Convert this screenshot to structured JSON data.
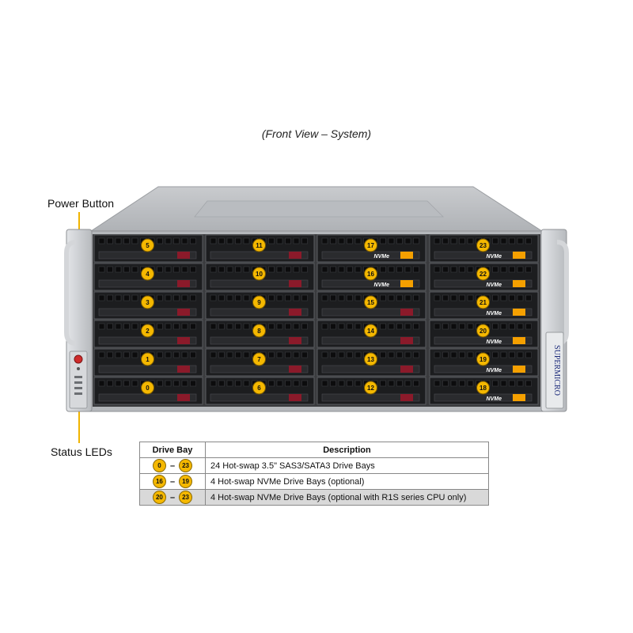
{
  "caption": "(Front View – System)",
  "callouts": {
    "power_button": "Power Button",
    "status_leds": "Status LEDs"
  },
  "brand": "SUPERMICRO",
  "nvme_label": "NVMe",
  "columns": [
    {
      "bays": [
        "5",
        "4",
        "3",
        "2",
        "1",
        "0"
      ],
      "nvme": [
        false,
        false,
        false,
        false,
        false,
        false
      ]
    },
    {
      "bays": [
        "11",
        "10",
        "9",
        "8",
        "7",
        "6"
      ],
      "nvme": [
        false,
        false,
        false,
        false,
        false,
        false
      ]
    },
    {
      "bays": [
        "17",
        "16",
        "15",
        "14",
        "13",
        "12"
      ],
      "nvme": [
        true,
        true,
        false,
        false,
        false,
        false
      ]
    },
    {
      "bays": [
        "23",
        "22",
        "21",
        "20",
        "19",
        "18"
      ],
      "nvme": [
        true,
        true,
        true,
        true,
        true,
        true
      ]
    }
  ],
  "table": {
    "headers": [
      "Drive Bay",
      "Description"
    ],
    "rows": [
      {
        "from": "0",
        "to": "23",
        "description": "24 Hot-swap 3.5\" SAS3/SATA3 Drive Bays"
      },
      {
        "from": "16",
        "to": "19",
        "description": "4 Hot-swap NVMe Drive Bays (optional)"
      },
      {
        "from": "20",
        "to": "23",
        "description": "4 Hot-swap NVMe Drive Bays (optional with R1S series CPU only)"
      }
    ]
  },
  "colors": {
    "badge": "#f5b800",
    "nvme_tab": "#f5a000",
    "sas_tab": "#8b1a2a",
    "leader": "#f0b400"
  }
}
